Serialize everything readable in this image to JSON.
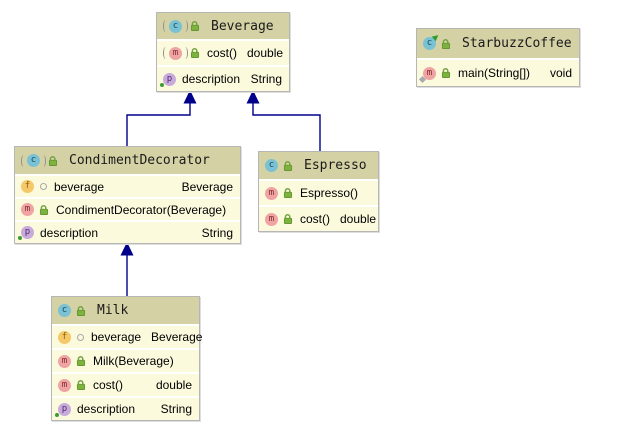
{
  "diagram_type": "uml-class-diagram",
  "icons": {
    "class_letter": "c",
    "method_letter": "m",
    "field_letter": "f",
    "property_letter": "p"
  },
  "colors": {
    "header_bg": "#d4d2a5",
    "row_bg": "#fcfadd",
    "box_border": "#b6b6b6",
    "arrow": "#00008b",
    "lock_green": "#7db23f",
    "class_icon_bg": "#79c1d3",
    "method_icon_bg": "#f0a3a3",
    "field_icon_bg": "#f5c86a",
    "property_icon_bg": "#c9abdb"
  },
  "classes": [
    {
      "name": "Beverage",
      "abstract": true,
      "members": [
        {
          "icon": "m",
          "abstract": true,
          "lock": true,
          "label": "cost()",
          "type": "double"
        },
        {
          "icon": "p",
          "green_dot": true,
          "label": "description",
          "type": "String"
        }
      ]
    },
    {
      "name": "StarbuzzCoffee",
      "runnable": true,
      "members": [
        {
          "icon": "m",
          "static": true,
          "lock": true,
          "label": "main(String[])",
          "type": "void"
        }
      ]
    },
    {
      "name": "CondimentDecorator",
      "abstract": true,
      "members": [
        {
          "icon": "f",
          "package_private": true,
          "label": "beverage",
          "type": "Beverage"
        },
        {
          "icon": "m",
          "lock": true,
          "label": "CondimentDecorator(Beverage)",
          "type": ""
        },
        {
          "icon": "p",
          "green_dot": true,
          "label": "description",
          "type": "String"
        }
      ]
    },
    {
      "name": "Espresso",
      "members": [
        {
          "icon": "m",
          "lock": true,
          "label": "Espresso()",
          "type": ""
        },
        {
          "icon": "m",
          "lock": true,
          "label": "cost()",
          "type": "double"
        }
      ]
    },
    {
      "name": "Milk",
      "members": [
        {
          "icon": "f",
          "package_private": true,
          "label": "beverage",
          "type": "Beverage"
        },
        {
          "icon": "m",
          "lock": true,
          "label": "Milk(Beverage)",
          "type": ""
        },
        {
          "icon": "m",
          "lock": true,
          "label": "cost()",
          "type": "double"
        },
        {
          "icon": "p",
          "green_dot": true,
          "label": "description",
          "type": "String"
        }
      ]
    }
  ],
  "edges": [
    {
      "from": "CondimentDecorator",
      "to": "Beverage",
      "type": "extends"
    },
    {
      "from": "Espresso",
      "to": "Beverage",
      "type": "extends"
    },
    {
      "from": "Milk",
      "to": "CondimentDecorator",
      "type": "extends"
    }
  ]
}
